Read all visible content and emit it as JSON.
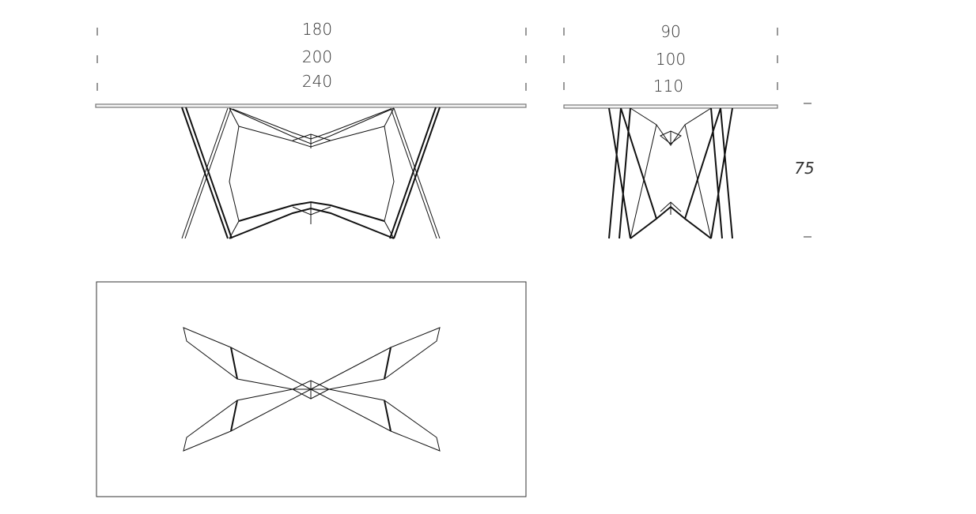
{
  "front_view": {
    "lengths": [
      "180",
      "200",
      "240"
    ]
  },
  "side_view": {
    "widths": [
      "90",
      "100",
      "110"
    ],
    "height": "75"
  },
  "colors": {
    "line": "#111111",
    "text": "#333333",
    "top": "#777777"
  }
}
